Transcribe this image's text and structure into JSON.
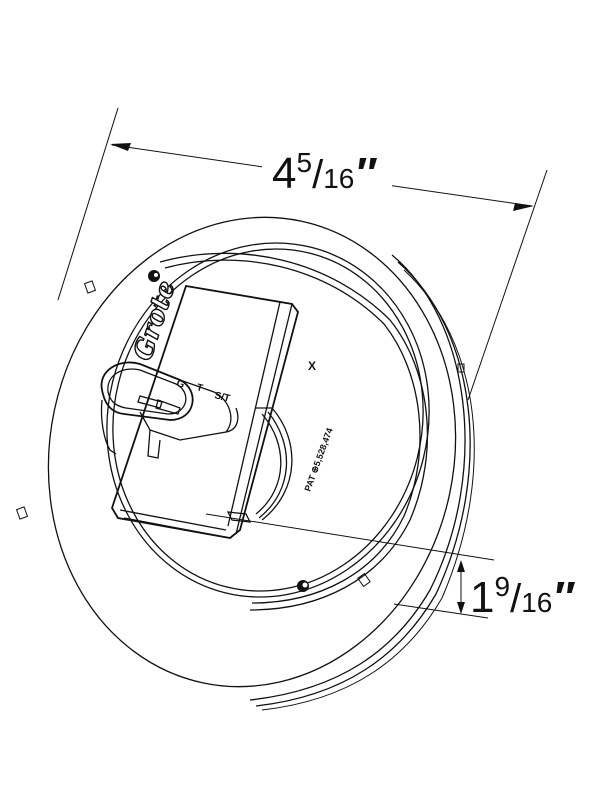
{
  "drawing": {
    "subject": "round lamp rear view with connector",
    "stroke_color": "#111111",
    "background": "#ffffff"
  },
  "dimensions": {
    "diameter": {
      "whole": "4",
      "numerator": "5",
      "denominator": "16",
      "unit": "″"
    },
    "depth": {
      "whole": "1",
      "numerator": "9",
      "denominator": "16",
      "unit": "″"
    }
  },
  "labels": {
    "brand_logo": "Grote",
    "pin_labels": [
      "G",
      "T",
      "S/T"
    ],
    "marker": "X",
    "patent": "PAT ⊕5,528,474"
  }
}
